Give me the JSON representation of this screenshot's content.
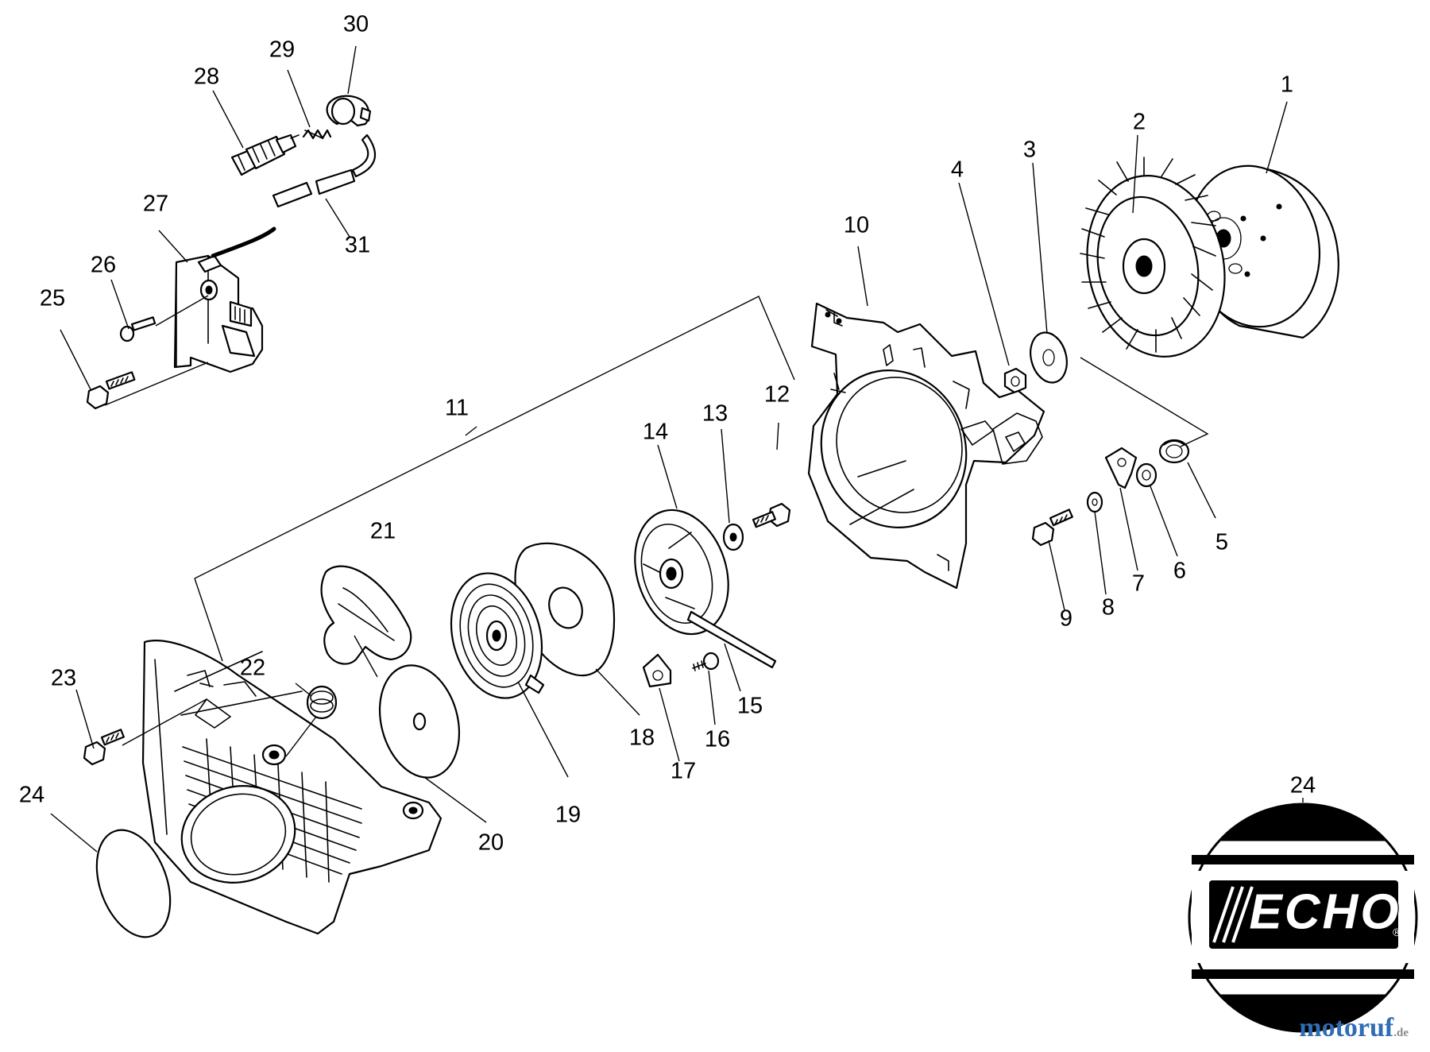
{
  "diagram": {
    "part_numbers": {
      "p1": "1",
      "p2": "2",
      "p3": "3",
      "p4": "4",
      "p5": "5",
      "p6": "6",
      "p7": "7",
      "p8": "8",
      "p9": "9",
      "p10": "10",
      "p11": "11",
      "p12": "12",
      "p13": "13",
      "p14": "14",
      "p15": "15",
      "p16": "16",
      "p17": "17",
      "p18": "18",
      "p19": "19",
      "p20": "20",
      "p21": "21",
      "p22": "22",
      "p23": "23",
      "p24a": "24",
      "p24b": "24",
      "p25": "25",
      "p26": "26",
      "p27": "27",
      "p28": "28",
      "p29": "29",
      "p30": "30",
      "p31": "31"
    },
    "decal_brand": "ECHO",
    "decal_mark": "®",
    "watermark": {
      "name": "motoruf",
      "suffix": ".de"
    },
    "colors": {
      "line": "#000000",
      "background": "#ffffff",
      "watermark_main": "#2f6db5",
      "watermark_accent": "#e2a020"
    }
  }
}
